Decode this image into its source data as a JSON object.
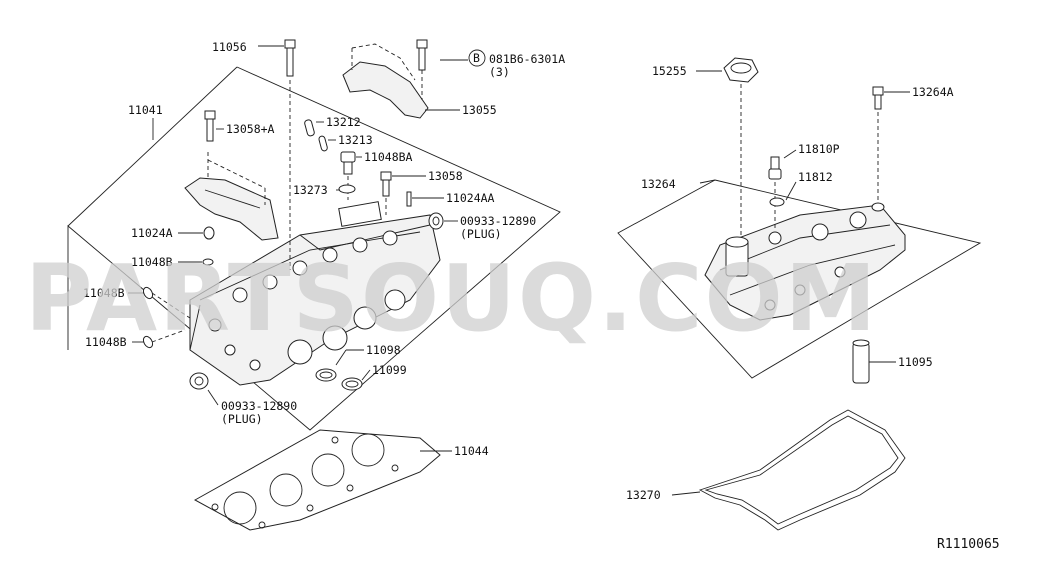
{
  "watermark": "PARTSOUQ.COM",
  "diagram_code": "R1110065",
  "labels": {
    "p11056": "11056",
    "p081b6": "081B6-6301A",
    "p081b6_qty": "(3)",
    "p081b6_circle": "B",
    "p13055": "13055",
    "p11041": "11041",
    "p13058a": "13058+A",
    "p13212": "13212",
    "p13213": "13213",
    "p11048ba": "11048BA",
    "p13273": "13273",
    "p13058": "13058",
    "p11024aa": "11024AA",
    "p00933_top": "00933-12890",
    "p00933_top_note": "(PLUG)",
    "p11024a": "11024A",
    "p11048b_1": "11048B",
    "p11048b_2": "11048B",
    "p11048b_3": "11048B",
    "p11098": "11098",
    "p11099": "11099",
    "p00933_bot": "00933-12890",
    "p00933_bot_note": "(PLUG)",
    "p11044": "11044",
    "p15255": "15255",
    "p13264a": "13264A",
    "p11810p": "11810P",
    "p13264": "13264",
    "p11812": "11812",
    "p11095": "11095",
    "p13270": "13270"
  }
}
